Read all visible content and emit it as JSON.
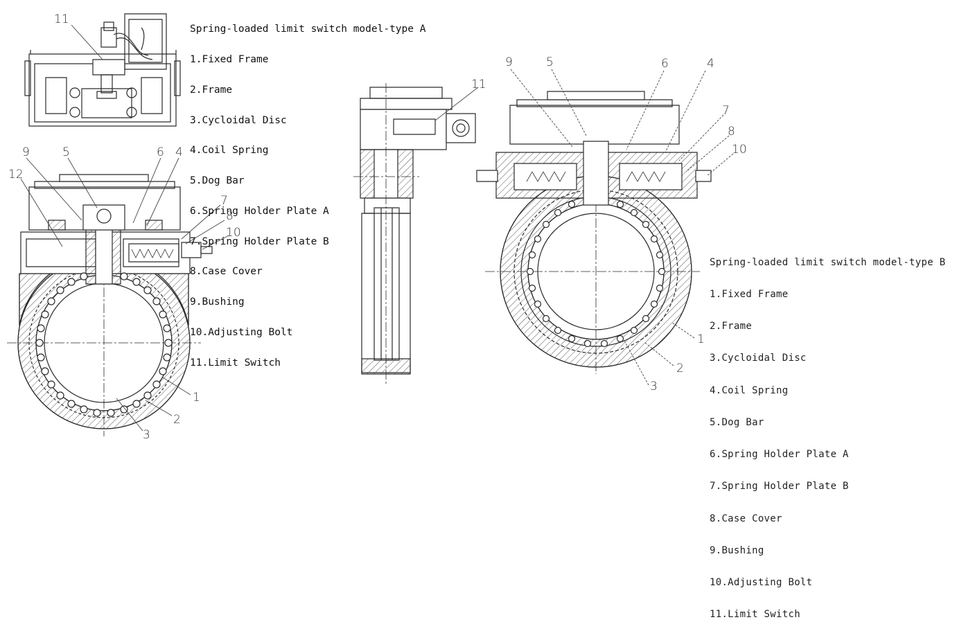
{
  "legend_a": {
    "title": "Spring-loaded limit switch model-type A",
    "items": [
      "1.Fixed Frame",
      "2.Frame",
      "3.Cycloidal Disc",
      "4.Coil Spring",
      "5.Dog Bar",
      "6.Spring Holder Plate A",
      "7.Spring Holder Plate B",
      "8.Case Cover",
      "9.Bushing",
      "10.Adjusting Bolt",
      "11.Limit Switch"
    ]
  },
  "legend_b": {
    "title": "Spring-loaded limit switch model-type B",
    "items": [
      "1.Fixed Frame",
      "2.Frame",
      "3.Cycloidal Disc",
      "4.Coil Spring",
      "5.Dog Bar",
      "6.Spring Holder Plate A",
      "7.Spring Holder Plate B",
      "8.Case Cover",
      "9.Bushing",
      "10.Adjusting Bolt",
      "11.Limit Switch"
    ]
  },
  "callouts": {
    "a_top_11": "11",
    "a_9": "9",
    "a_5": "5",
    "a_6": "6",
    "a_4": "4",
    "a_12": "12",
    "a_7": "7",
    "a_8": "8",
    "a_10": "10",
    "a_1": "1",
    "a_2": "2",
    "a_3": "3",
    "side_11": "11",
    "b_9": "9",
    "b_5": "5",
    "b_6": "6",
    "b_4": "4",
    "b_7": "7",
    "b_8": "8",
    "b_10": "10",
    "b_1": "1",
    "b_2": "2",
    "b_3": "3"
  },
  "colors": {
    "ink": "#2a2a2a",
    "hatch": "#555555"
  }
}
